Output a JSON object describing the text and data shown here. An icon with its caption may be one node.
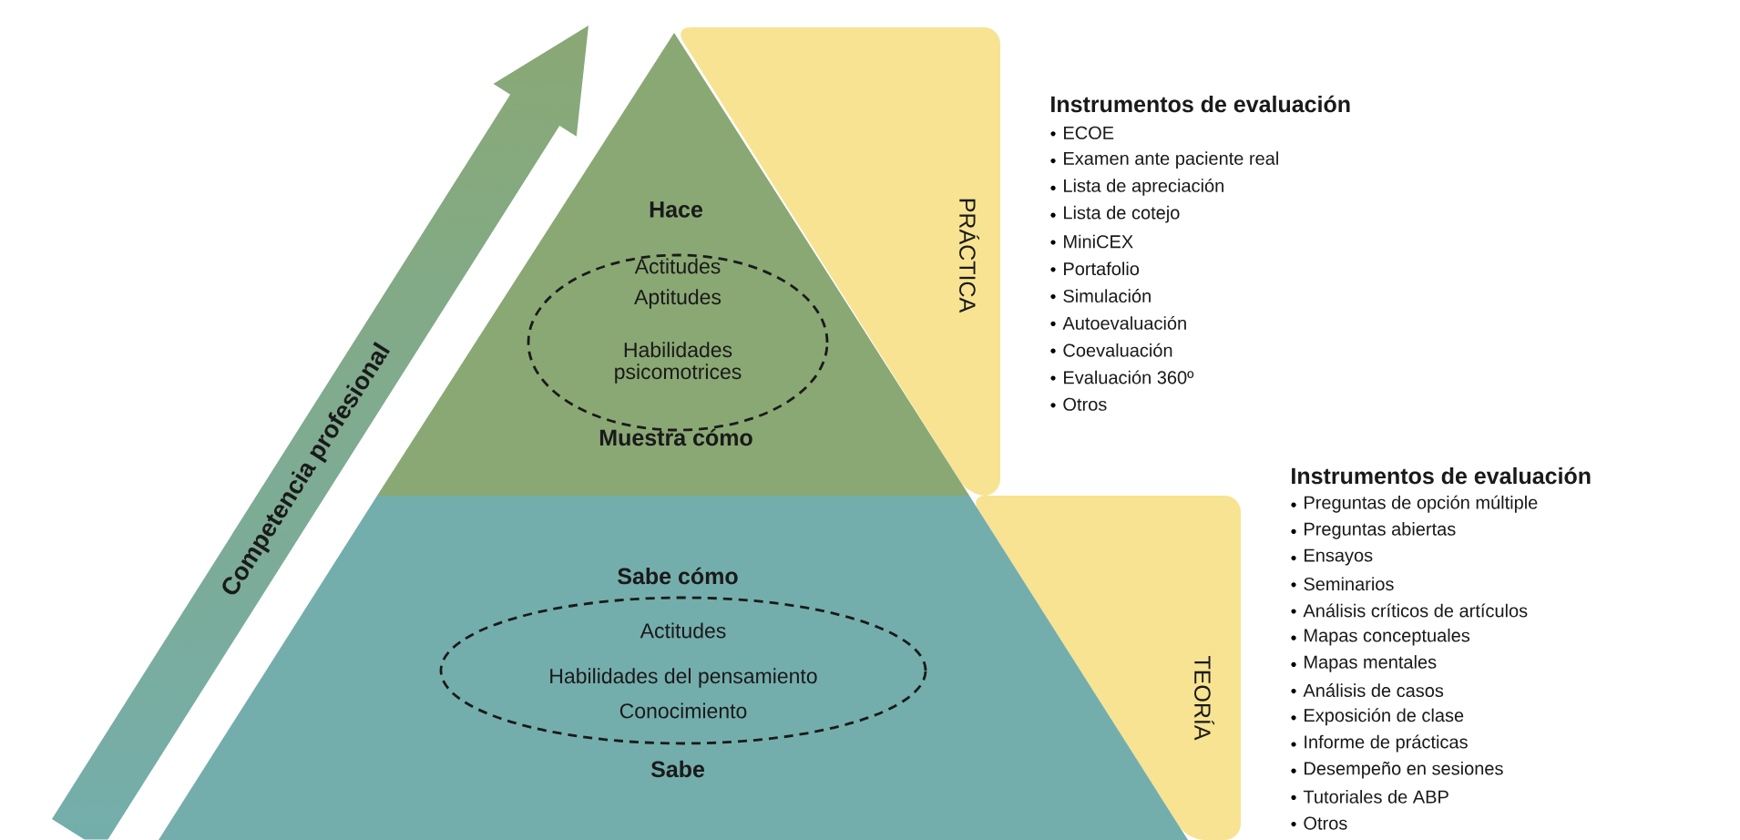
{
  "diagram": {
    "nodes": [
      {
        "text": [
          "Competencia profesional"
        ]
      },
      {
        "text": [
          "Hace",
          "Muestra cómo"
        ]
      },
      {
        "text": [
          "Actitudes",
          "Aptitudes",
          "Habilidades psicomotrices"
        ],
        "in": 1
      },
      {
        "text": [
          "PRÁCTICA"
        ]
      },
      {
        "text": [
          "Sabe cómo",
          "Sabe"
        ]
      },
      {
        "text": [
          "Actitudes",
          "Habilidades del pensamiento",
          "Conocimiento"
        ],
        "in": 4
      },
      {
        "text": [
          "TEORÍA"
        ]
      }
    ],
    "labels": [
      "Instrumentos de evaluación",
      "ECOE",
      "Examen ante paciente real",
      "Lista de apreciación",
      "Lista de cotejo",
      "MiniCEX",
      "Portafolio",
      "Simulación",
      "Autoevaluación",
      "Coevaluación",
      "Evaluación 360º",
      "Otros",
      "Instrumentos de evaluación",
      "Preguntas de opción múltiple",
      "Preguntas abiertas",
      "Ensayos",
      "Seminarios",
      "Análisis críticos de artículos",
      "Mapas conceptuales",
      "Mapas mentales",
      "Análisis de casos",
      "Exposición de clase",
      "Informe de prácticas",
      "Desempeño en sesiones",
      "Tutoriales de ABP",
      "Otros"
    ]
  }
}
